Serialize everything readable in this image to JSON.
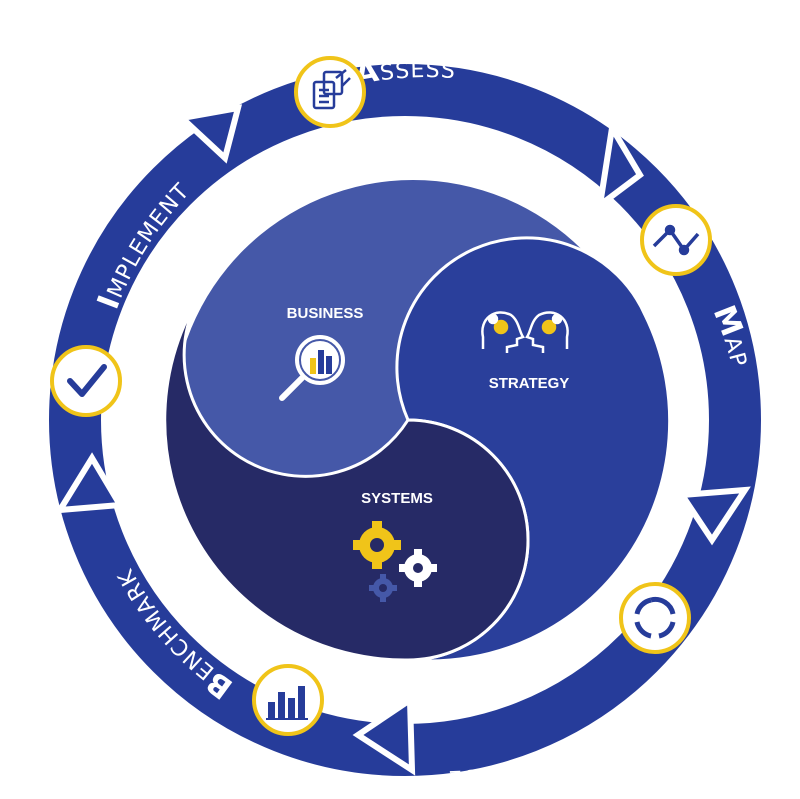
{
  "colors": {
    "ring": "#263c9a",
    "ring_light": "#3b53b0",
    "badge_border": "#f0c419",
    "badge_icon": "#263c9a",
    "business": "#4558a8",
    "strategy": "#2a3f9b",
    "systems": "#262a66",
    "gear_yellow": "#f0c419"
  },
  "steps": [
    {
      "id": "assess",
      "initial": "A",
      "rest": "SSESS",
      "icon": "documents-icon"
    },
    {
      "id": "map",
      "initial": "M",
      "rest": "AP",
      "icon": "line-graph-icon"
    },
    {
      "id": "optimise",
      "initial": "O",
      "rest": "PTIMISE",
      "icon": "cycle-icon"
    },
    {
      "id": "benchmark",
      "initial": "B",
      "rest": "ENCHMARK",
      "icon": "bar-chart-icon"
    },
    {
      "id": "implement",
      "initial": "I",
      "rest": "MPLEMENT",
      "icon": "checkmark-icon"
    }
  ],
  "center": {
    "business": "BUSINESS",
    "strategy": "STRATEGY",
    "systems": "SYSTEMS"
  }
}
